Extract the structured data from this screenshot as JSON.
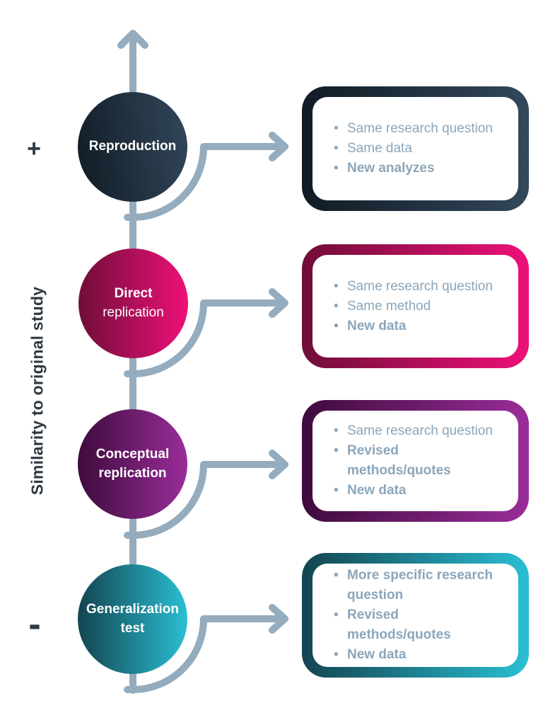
{
  "axis": {
    "label": "Similarity to original study",
    "plus": "+",
    "minus": "-"
  },
  "colors": {
    "connector": "#94ACBD",
    "bullet_text": "#8CA6BA",
    "axis_text": "#2E3A44",
    "background": "#FFFFFF",
    "circle_text": "#FFFFFF",
    "box_inner": "#FFFFFF"
  },
  "rows": [
    {
      "name": "reproduction",
      "circle_line1": "Reproduction",
      "gradient": {
        "dark": "#101B25",
        "light": "#33485B"
      },
      "bullets": [
        {
          "text": "Same research question",
          "bold": false
        },
        {
          "text": "Same data",
          "bold": false
        },
        {
          "text": "New analyzes",
          "bold": true
        }
      ]
    },
    {
      "name": "direct-replication",
      "circle_line1": "Direct",
      "circle_line2": "replication",
      "gradient": {
        "dark": "#6F0E38",
        "light": "#EE1078"
      },
      "bullets": [
        {
          "text": "Same research question",
          "bold": false
        },
        {
          "text": "Same method",
          "bold": false
        },
        {
          "text": "New data",
          "bold": true
        }
      ]
    },
    {
      "name": "conceptual-replication",
      "circle_line1": "Conceptual",
      "circle_line2": "replication",
      "gradient": {
        "dark": "#3E0B3C",
        "light": "#9A2D9A"
      },
      "bullets": [
        {
          "text": "Same research question",
          "bold": false
        },
        {
          "text": "Revised\nmethods/quotes",
          "bold": true
        },
        {
          "text": "New data",
          "bold": true
        }
      ]
    },
    {
      "name": "generalization-test",
      "circle_line1": "Generalization",
      "circle_line2": "test",
      "gradient": {
        "dark": "#134450",
        "light": "#2ABFD3"
      },
      "bullets": [
        {
          "text": "More specific research\nquestion",
          "bold": true
        },
        {
          "text": "Revised\nmethods/quotes",
          "bold": true
        },
        {
          "text": "New data",
          "bold": true
        }
      ]
    }
  ]
}
